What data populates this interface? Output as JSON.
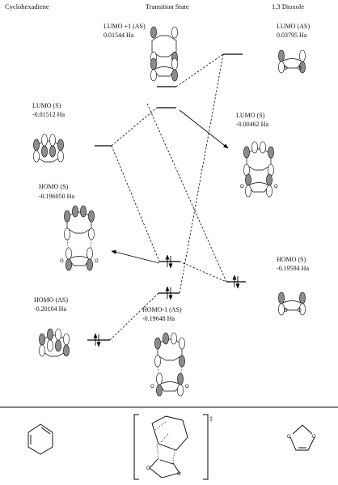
{
  "headers": {
    "left": "Cyclohexadiene",
    "middle": "Transition State",
    "right": "1,3 Dioxole"
  },
  "orbitals": {
    "ts_lumo1": {
      "name": "LUMO +1 (AS)",
      "energy": "0.01544 Ha"
    },
    "diox_lumo": {
      "name": "LUMO (AS)",
      "energy": "0.03795 Ha"
    },
    "chd_lumo": {
      "name": "LUMO (S)",
      "energy": "-0.01512 Ha"
    },
    "ts_lumo": {
      "name": "LUMO (S)",
      "energy": "-0.00462 Ha"
    },
    "chd_homo": {
      "name": "HOMO (S)",
      "energy": "-0.196050 Ha"
    },
    "diox_homo": {
      "name": "HOMO (S)",
      "energy": "-0.19594 Ha"
    },
    "chd_homo_as": {
      "name": "HOMO (AS)",
      "energy": "-0.20104 Ha"
    },
    "ts_homo1": {
      "name": "HOMO-1 (AS)",
      "energy": "-0.19648 Ha"
    }
  },
  "ts_symbol": "‡",
  "atom_o": "O"
}
